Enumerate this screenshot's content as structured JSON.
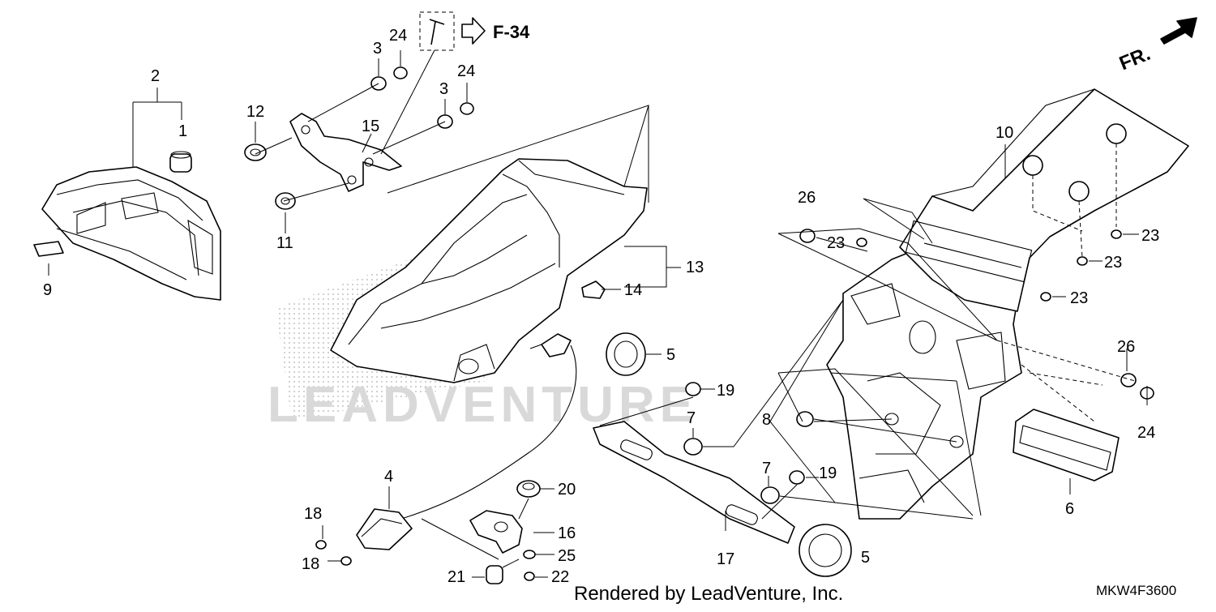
{
  "diagram": {
    "ref_label": "F-34",
    "front_label": "FR.",
    "footer_credit": "Rendered by LeadVenture, Inc.",
    "diagram_code": "MKW4F3600",
    "watermark": "LEADVENTURE"
  },
  "callouts": {
    "c1": "1",
    "c2": "2",
    "c3a": "3",
    "c3b": "3",
    "c4": "4",
    "c5a": "5",
    "c5b": "5",
    "c6": "6",
    "c7a": "7",
    "c7b": "7",
    "c8": "8",
    "c9": "9",
    "c10": "10",
    "c11": "11",
    "c12": "12",
    "c13": "13",
    "c14": "14",
    "c15": "15",
    "c16": "16",
    "c17": "17",
    "c18a": "18",
    "c18b": "18",
    "c19a": "19",
    "c19b": "19",
    "c20": "20",
    "c21": "21",
    "c22": "22",
    "c23a": "23",
    "c23b": "23",
    "c23c": "23",
    "c23d": "23",
    "c24a": "24",
    "c24b": "24",
    "c24c": "24",
    "c25": "25",
    "c26a": "26",
    "c26b": "26"
  }
}
